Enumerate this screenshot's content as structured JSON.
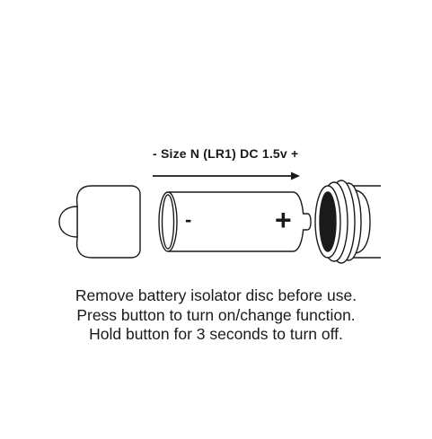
{
  "diagram": {
    "size_label": "- Size N (LR1) DC 1.5v +",
    "battery_minus": "-",
    "battery_plus": "+"
  },
  "instructions": [
    "Remove battery isolator disc before use.",
    "Press button to turn on/change function.",
    "Hold button for 3 seconds to turn off."
  ]
}
